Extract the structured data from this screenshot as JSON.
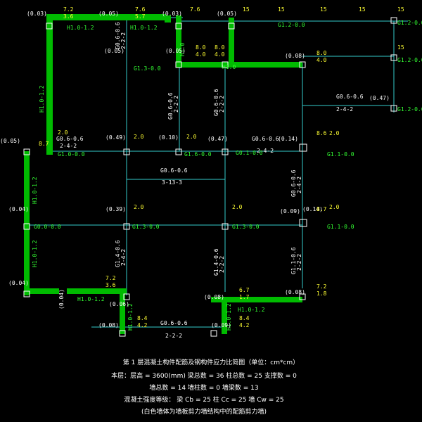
{
  "colors": {
    "background": "#000000",
    "wall": "#00bb00",
    "beam": "#33cccc",
    "column": "#ffffff",
    "label_yellow": "#ffff33",
    "label_green": "#33ff33",
    "label_white": "#ffffff"
  },
  "walls": {
    "w1": "H1.0-1.2",
    "w2": "H1.0-1.2",
    "w3": "H1.0",
    "w4": "H1.0",
    "w5": "H1.0-1.2",
    "w6": "H1.0-1.2",
    "w7": "H1.0-1.2",
    "w8": "H1.0-1.2",
    "w9": "H1.0-1.2",
    "w10": "H1.0-1.2",
    "w11": "H1.0-1.2"
  },
  "beams": {
    "b1": "G0.6-0.6",
    "b2": "2-2-2",
    "b3": "G0.6-0.6",
    "b4": "2-2-2",
    "b5": "G0.6-0.6",
    "b6": "2-2-2",
    "b7": "G0.6-0.6",
    "b8": "2-4-2",
    "b9": "G0.6-0.6",
    "b10": "3-13-3",
    "b11": "G0.6-0.6",
    "b12": "2-4-2",
    "b13": "G0.6-0.6",
    "b14": "2-4-2",
    "b15": "G1.4-0.6",
    "b16": "2-4-2",
    "b17": "G1.4-0.6",
    "b18": "2-2-2",
    "b19": "G1.1-0.6",
    "b20": "2-2-2",
    "b21": "G0.6-0.6",
    "b22": "2-4-2",
    "b23": "G0.6-0.6",
    "b24": "2-2-2"
  },
  "columns": {
    "g1": "G1.3-0.0",
    "g2": "G1.2-0.0",
    "g3": "G1.0-0.0",
    "g4": "G1.6-0.0",
    "g5": "G0.1-0.0",
    "g6": "G1.1-0.0",
    "g7": "G0.0-0.0",
    "g8": "G1.3-0.0",
    "g9": "G1.3-0.0",
    "g10": "G1.1-0.0",
    "g11": "G1.2-0.0",
    "g12": "G1.2-0.0",
    "g13": "G1.2-0.0"
  },
  "ratios": {
    "r1": "(0.03)",
    "r2": "(0.05)",
    "r3": "(0.03)",
    "r4": "(0.05)",
    "r5": "(0.08)",
    "r6": "(0.05)",
    "r7": "(0.05)",
    "r8": "(0.05)",
    "r9": "(0.49)",
    "r10": "(0.10)",
    "r11": "(0.47)",
    "r12": "(0.14)",
    "r13": "(0.04)",
    "r14": "(0.39)",
    "r15": "(0.09)",
    "r16": "(0.14)",
    "r17": "(0.04)",
    "r18": "(0.06)",
    "r19": "(0.08)",
    "r20": "(0.08)",
    "r21": "(0.09)",
    "r22": "(0.08)",
    "r23": "(0.04)",
    "r24": "(0.47)"
  },
  "values": {
    "v1": "7.2",
    "v2": "3.6",
    "v3": "7.6",
    "v4": "5.7",
    "v5": "7.6",
    "v6": "8.0",
    "v7": "4.0",
    "v8": "8.0",
    "v9": "4.0",
    "v10": "8.0",
    "v11": "4.0",
    "v12": "2.0",
    "v13": "8.7",
    "v14": "2.0",
    "v15": "2.0",
    "v16": "8.6",
    "v17": "2.0",
    "v18": "2.0",
    "v19": "2.0",
    "v20": "8.7",
    "v21": "2.0",
    "v22": "7.2",
    "v23": "3.6",
    "v24": "8.4",
    "v25": "4.2",
    "v26": "6.7",
    "v27": "1.7",
    "v28": "8.4",
    "v29": "4.2",
    "v30": "7.2",
    "v31": "1.8",
    "v32": "15",
    "v33": "15",
    "v34": "15",
    "v35": "15",
    "v36": "15",
    "v37": "15"
  },
  "caption": {
    "line1": "第 1 层混凝土构件配筋及钢构件应力比简图（单位：cm*cm）",
    "line2": "本层：层高 = 3600(mm)  梁总数 = 36  柱总数 = 25  支撑数 = 0",
    "line3": "墙总数 = 14    墙柱数 = 0    墙梁数 = 13",
    "line4": "混凝土强度等级：  梁 Cb = 25   柱 Cc = 25   墙 Cw = 25",
    "line5": "(白色墙体为墙板剪力墙结构中的配筋剪力墙)"
  }
}
